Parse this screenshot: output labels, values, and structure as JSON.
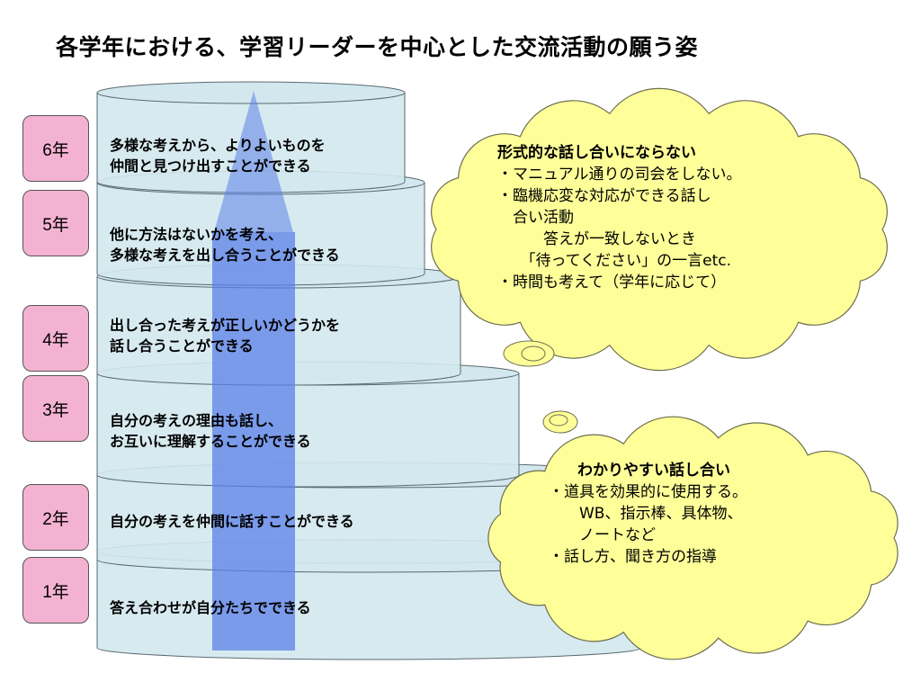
{
  "title": "各学年における、学習リーダーを中心とした交流活動の願う姿",
  "colors": {
    "cylinder_fill": "#d3e8ee",
    "cylinder_stroke": "#5a6a70",
    "arrow": "#5b7fe8",
    "cloud_fill": "#ffff99",
    "cloud_stroke": "#6d6d50",
    "grade_fill": "#f4b2d2"
  },
  "levels": [
    {
      "grade": "1年",
      "lines": [
        "答え合わせが自分たちでできる"
      ]
    },
    {
      "grade": "2年",
      "lines": [
        "自分の考えを仲間に話すことができる"
      ]
    },
    {
      "grade": "3年",
      "lines": [
        "自分の考えの理由も話し、",
        "お互いに理解することができる"
      ]
    },
    {
      "grade": "4年",
      "lines": [
        "出し合った考えが正しいかどうかを",
        "話し合うことができる"
      ]
    },
    {
      "grade": "5年",
      "lines": [
        "他に方法はないかを考え、",
        "多様な考えを出し合うことができる"
      ]
    },
    {
      "grade": "6年",
      "lines": [
        "多様な考えから、よりよいものを",
        "仲間と見つけ出すことができる"
      ]
    }
  ],
  "cloud_top": {
    "title": "形式的な話し合いにならない",
    "lines": [
      "・マニュアル通りの司会をしない。",
      "・臨機応変な対応ができる話し",
      "　合い活動",
      "　　　答えが一致しないとき",
      "　　「待ってください」の一言etc.",
      "・時間も考えて（学年に応じて）"
    ]
  },
  "cloud_bottom": {
    "title": "わかりやすい話し合い",
    "lines": [
      "・道具を効果的に使用する。",
      "　　WB、指示棒、具体物、",
      "　　ノートなど",
      "・話し方、聞き方の指導"
    ]
  }
}
